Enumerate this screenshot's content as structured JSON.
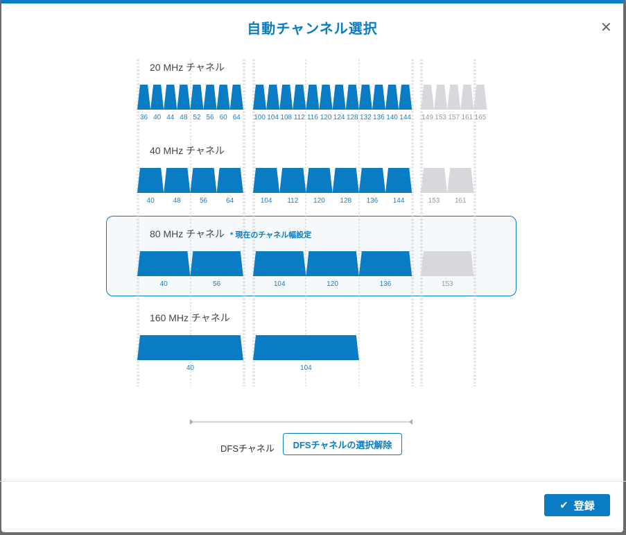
{
  "dialog": {
    "title": "自動チャンネル選択",
    "close_icon": "close-icon"
  },
  "colors": {
    "accent": "#0a7cc4",
    "enabled": "#0a7cc4",
    "disabled": "#d8d7dc"
  },
  "bands": [
    {
      "label": "20 MHz チャネル",
      "slots": 1,
      "groups": [
        {
          "enabled": true,
          "channels": [
            "36",
            "40",
            "44",
            "48",
            "52",
            "56",
            "60",
            "64"
          ]
        },
        {
          "enabled": true,
          "channels": [
            "100",
            "104",
            "108",
            "112",
            "116",
            "120",
            "124",
            "128",
            "132",
            "136",
            "140",
            "144"
          ]
        },
        {
          "enabled": false,
          "channels": [
            "149",
            "153",
            "157",
            "161",
            "165"
          ]
        }
      ]
    },
    {
      "label": "40 MHz チャネル",
      "slots": 2,
      "groups": [
        {
          "enabled": true,
          "channels": [
            "40",
            "48",
            "56",
            "64"
          ]
        },
        {
          "enabled": true,
          "channels": [
            "104",
            "112",
            "120",
            "128",
            "136",
            "144"
          ]
        },
        {
          "enabled": false,
          "channels": [
            "153",
            "161"
          ]
        }
      ]
    },
    {
      "label": "80 MHz チャネル",
      "note": "* 現在のチャネル幅設定",
      "current": true,
      "slots": 4,
      "groups": [
        {
          "enabled": true,
          "channels": [
            "40",
            "56"
          ]
        },
        {
          "enabled": true,
          "channels": [
            "104",
            "120",
            "136"
          ]
        },
        {
          "enabled": false,
          "channels": [
            "153"
          ]
        }
      ]
    },
    {
      "label": "160 MHz チャネル",
      "slots": 8,
      "groups": [
        {
          "enabled": true,
          "channels": [
            "40"
          ]
        },
        {
          "enabled": true,
          "channels": [
            "104"
          ]
        }
      ]
    }
  ],
  "dfs": {
    "label": "DFSチャネル",
    "button": "DFSチャネルの選択解除"
  },
  "footer": {
    "register": "登録"
  }
}
